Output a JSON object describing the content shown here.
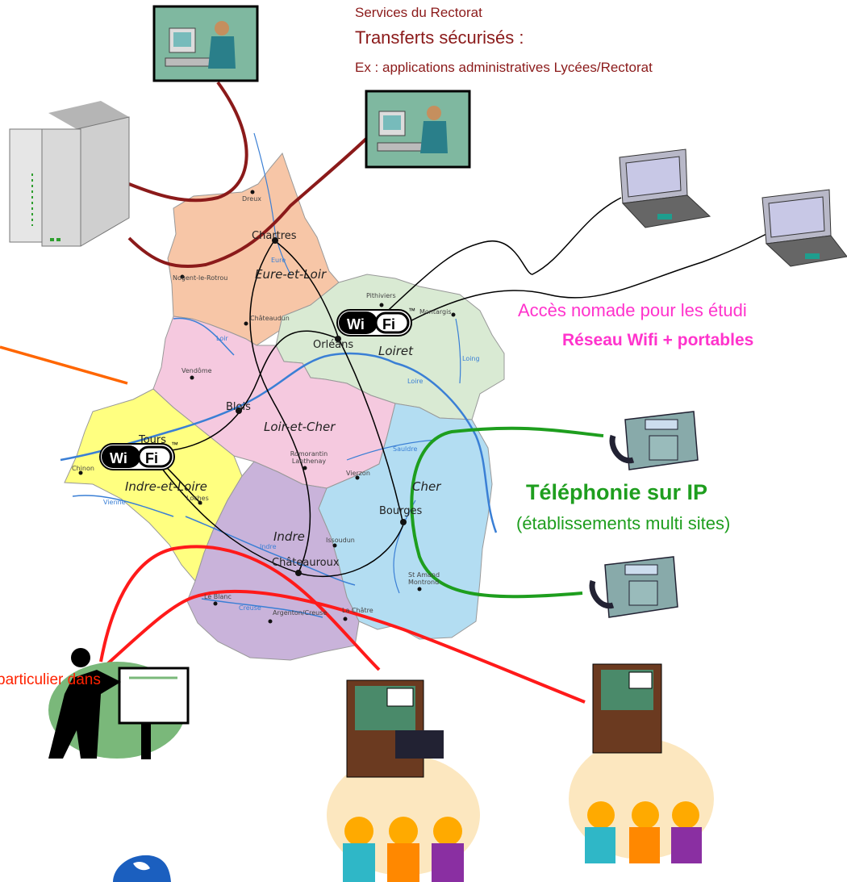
{
  "annotations": {
    "services": "Services du Rectorat",
    "transferts": "Transferts sécurisés :",
    "example": "Ex : applications administratives Lycées/Rectorat",
    "nomade": "Accès nomade pour les étudi",
    "wifi_portables": "Réseau Wifi + portables",
    "telephonie": "Téléphonie sur IP",
    "multisites": "(établissements multi sites)",
    "particulier": "particulier dans"
  },
  "wifi_logo": {
    "left": "Wi",
    "right": "Fi",
    "tm": "™"
  },
  "map": {
    "departments": [
      "Eure-et-Loir",
      "Loiret",
      "Loir-et-Cher",
      "Indre-et-Loire",
      "Cher",
      "Indre"
    ],
    "cities": [
      "Chartres",
      "Orléans",
      "Blois",
      "Tours",
      "Bourges",
      "Châteauroux"
    ],
    "small_towns": [
      "Dreux",
      "Nogent-le-Rotrou",
      "Châteaudun",
      "Pithiviers",
      "Montargis",
      "Vendôme",
      "Romorantin Lanthenay",
      "Vierzon",
      "Chinon",
      "Loches",
      "Issoudun",
      "St Amand Montrond",
      "Le Blanc",
      "Argenton/Creuse",
      "La Châtre"
    ],
    "rivers": [
      "Loir",
      "Loire",
      "Vienne",
      "Indre",
      "Creuse",
      "Sauldre",
      "Loing",
      "Eure"
    ]
  },
  "colors": {
    "link_rectorat": "#8b1a1a",
    "link_wifi": "#000000",
    "link_phone": "#1e9e1e",
    "link_visio": "#ff1a1a",
    "link_orange": "#ff6600",
    "eure_et_loir": "#f7c6a7",
    "loiret": "#d9ead3",
    "loir_et_cher": "#f5c9df",
    "indre_et_loire": "#ffff80",
    "cher": "#b3ddf2",
    "indre": "#c9b3da",
    "river": "#3a7fd5"
  }
}
